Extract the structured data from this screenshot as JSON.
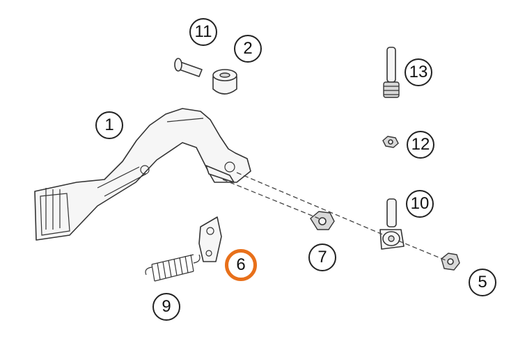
{
  "callouts": [
    {
      "id": "1",
      "label": "1"
    },
    {
      "id": "2",
      "label": "2"
    },
    {
      "id": "5",
      "label": "5"
    },
    {
      "id": "6",
      "label": "6",
      "highlighted": true
    },
    {
      "id": "7",
      "label": "7"
    },
    {
      "id": "9",
      "label": "9"
    },
    {
      "id": "10",
      "label": "10"
    },
    {
      "id": "11",
      "label": "11"
    },
    {
      "id": "12",
      "label": "12"
    },
    {
      "id": "13",
      "label": "13"
    }
  ],
  "colors": {
    "highlight": "#e8701a",
    "line": "#333333"
  }
}
